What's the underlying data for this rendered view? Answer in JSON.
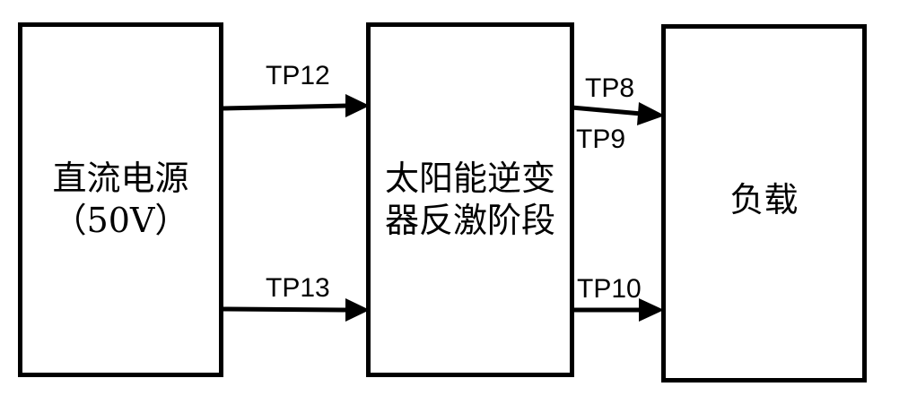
{
  "blocks": {
    "source": {
      "line1": "直流电源",
      "line2": "（50V）"
    },
    "inverter": {
      "line1": "太阳能逆变",
      "line2": "器反激阶段"
    },
    "load": {
      "label": "负载"
    }
  },
  "testpoints": {
    "tp12": "TP12",
    "tp13": "TP13",
    "tp8": "TP8",
    "tp9": "TP9",
    "tp10": "TP10"
  },
  "colors": {
    "stroke": "#000000",
    "fill": "#ffffff"
  }
}
